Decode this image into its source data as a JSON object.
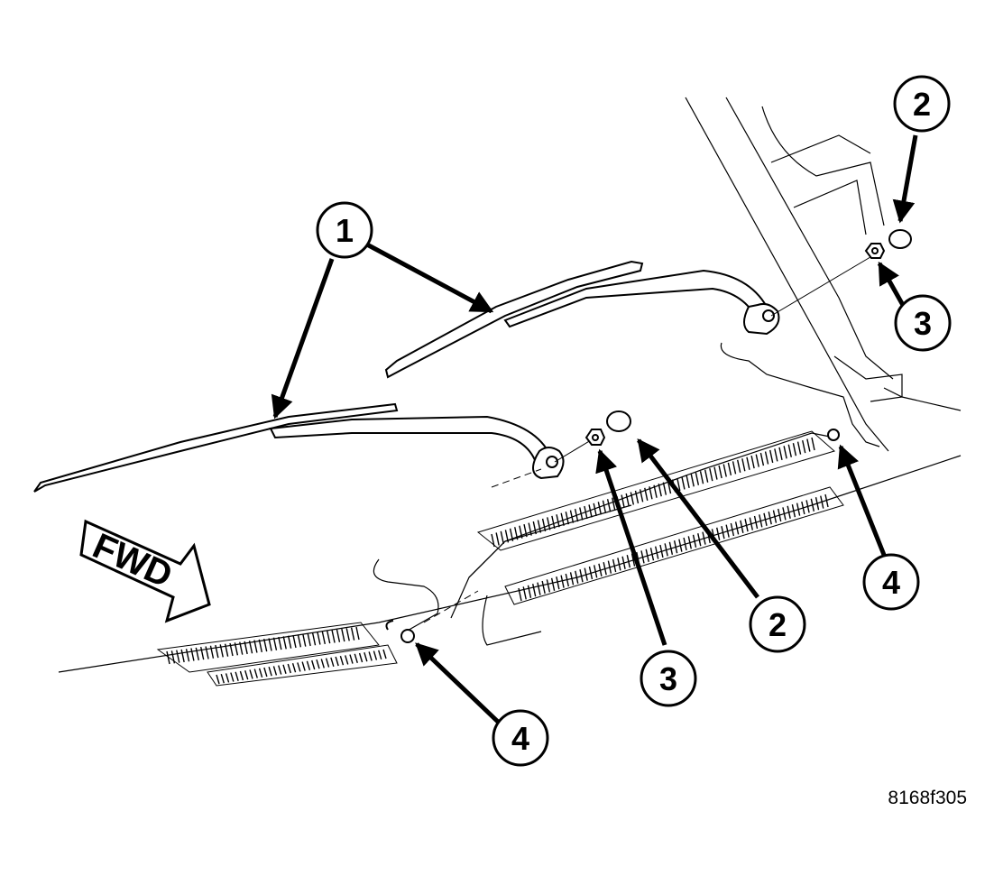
{
  "figure_id": "8168f305",
  "fwd_label": "FWD",
  "callouts": [
    {
      "label": "1"
    },
    {
      "label": "2"
    },
    {
      "label": "3"
    },
    {
      "label": "2"
    },
    {
      "label": "3"
    },
    {
      "label": "4"
    },
    {
      "label": "4"
    }
  ],
  "colors": {
    "line": "#000000",
    "fill": "#ffffff",
    "shade": "#d8d8d8"
  }
}
